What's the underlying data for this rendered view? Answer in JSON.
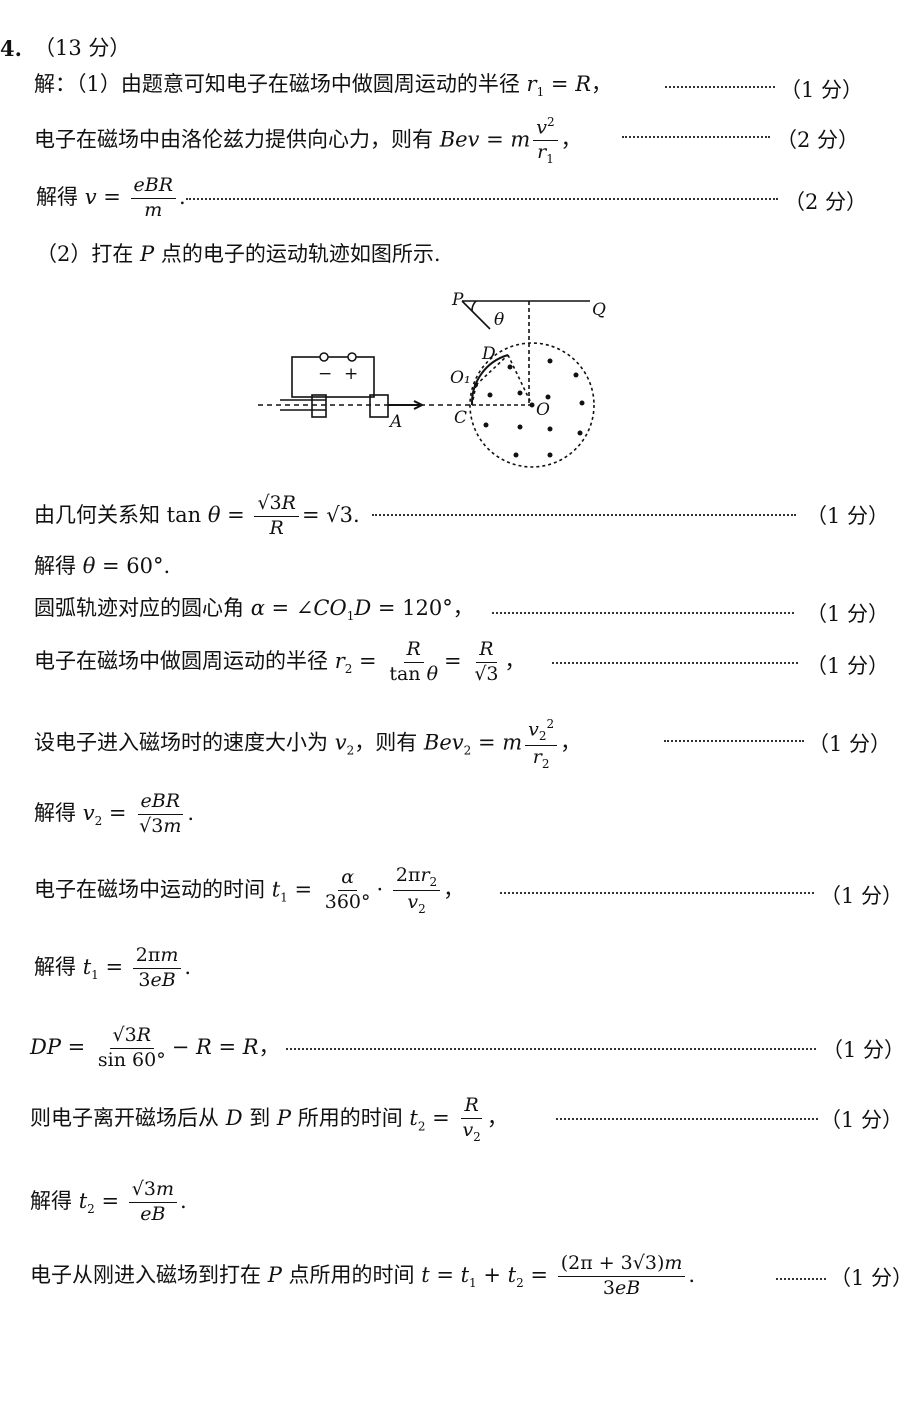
{
  "header": {
    "number": "4.",
    "points": "（13 分）"
  },
  "lines": [
    {
      "text": "解：（1）由题意可知电子在磁场中做圆周运动的半径 r₁ = R，",
      "score": "（1 分）"
    },
    {
      "text": "电子在磁场中由洛伦兹力提供向心力，则有 Bev = m v²/r₁，",
      "score": "（2 分）"
    },
    {
      "text": "解得 v = eBR/m.",
      "score": "（2 分）"
    },
    {
      "text": "（2）打在 P 点的电子的运动轨迹如图所示.",
      "score": ""
    },
    {
      "text": "由几何关系知 tan θ = √3R/R = √3.",
      "score": "（1 分）"
    },
    {
      "text": "解得 θ = 60°.",
      "score": ""
    },
    {
      "text": "圆弧轨迹对应的圆心角 α = ∠CO₁D = 120°，",
      "score": "（1 分）"
    },
    {
      "text": "电子在磁场中做圆周运动的半径 r₂ = R/tan θ = R/√3，",
      "score": "（1 分）"
    },
    {
      "text": "设电子进入磁场时的速度大小为 v₂，则有 Bev₂ = m v₂²/r₂，",
      "score": "（1 分）"
    },
    {
      "text": "解得 v₂ = eBR/(√3m).",
      "score": ""
    },
    {
      "text": "电子在磁场中运动的时间 t₁ = α/360° · 2πr₂/v₂，",
      "score": "（1 分）"
    },
    {
      "text": "解得 t₁ = 2πm/(3eB).",
      "score": ""
    },
    {
      "text": "DP = √3R/sin 60° − R = R，",
      "score": "（1 分）"
    },
    {
      "text": "则电子离开磁场后从 D 到 P 所用的时间 t₂ = R/v₂，",
      "score": "（1 分）"
    },
    {
      "text": "解得 t₂ = √3m/(eB).",
      "score": ""
    },
    {
      "text": "电子从刚进入磁场到打在 P 点所用的时间 t = t₁ + t₂ = (2π + 3√3)m/(3eB).",
      "score": "（1 分）"
    }
  ],
  "diagram": {
    "labels": {
      "P": "P",
      "Q": "Q",
      "theta": "θ",
      "D": "D",
      "O1": "O₁",
      "O": "O",
      "C": "C",
      "A": "A",
      "minus": "−",
      "plus": "+"
    }
  }
}
